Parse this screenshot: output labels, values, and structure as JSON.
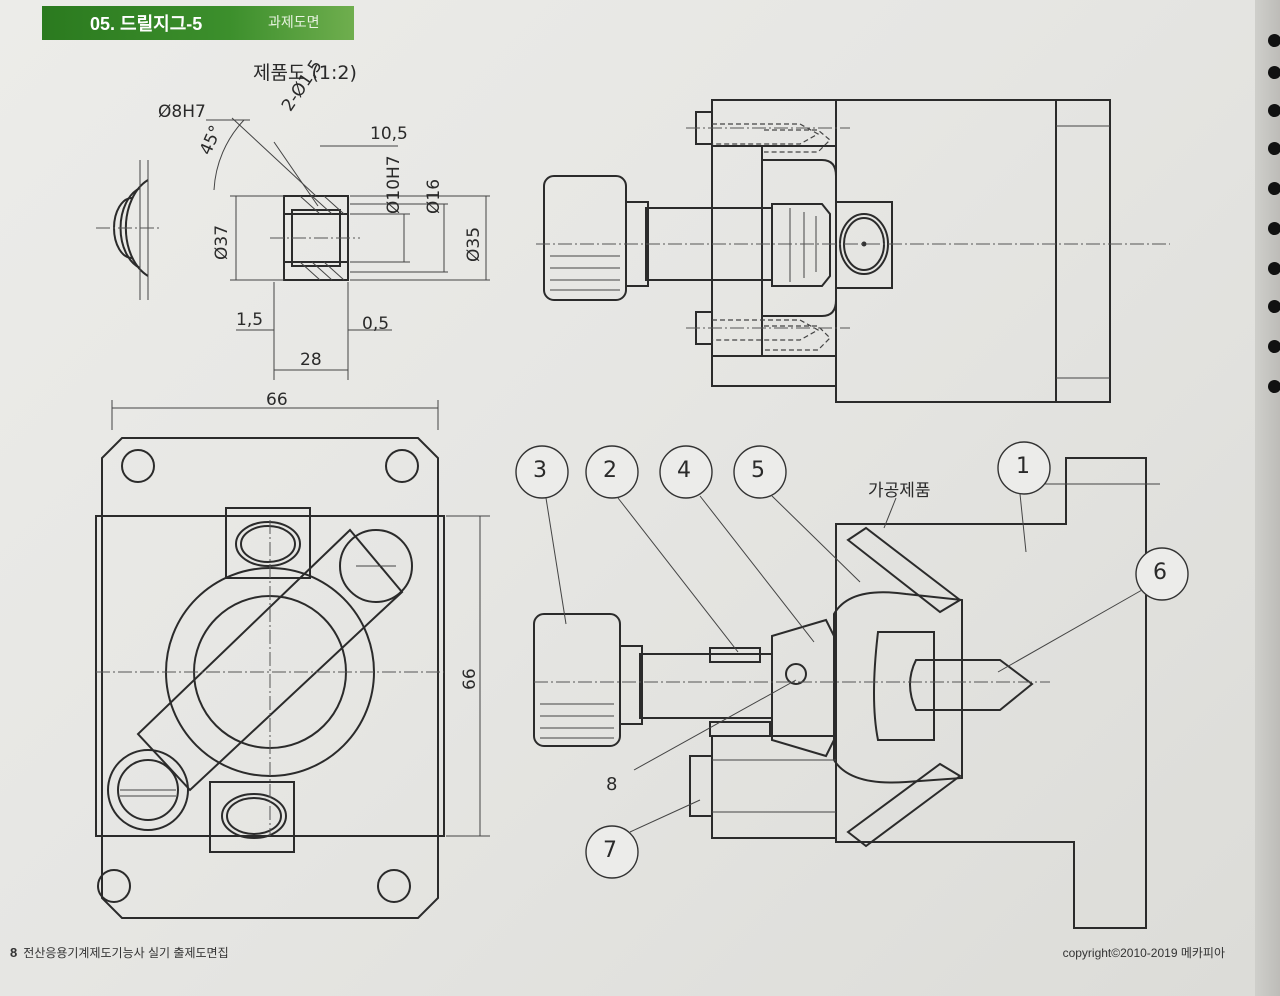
{
  "header": {
    "title": "05. 드릴지그-5",
    "subtitle": "과제도면"
  },
  "product_view": {
    "title": "제품도 (1:2)",
    "dims": {
      "bore": "Ø8H7",
      "holes": "2-Ø1,5",
      "angle": "45°",
      "d37": "Ø37",
      "len105": "10,5",
      "d10": "Ø10H7",
      "d16": "Ø16",
      "d35": "Ø35",
      "len15": "1,5",
      "len05": "0,5",
      "len28": "28"
    }
  },
  "plan_view": {
    "width": "66",
    "height": "66"
  },
  "section_view": {
    "workpiece_label": "가공제품",
    "balloons": [
      "3",
      "2",
      "4",
      "5",
      "1",
      "6",
      "8",
      "7"
    ]
  },
  "footer": {
    "left": "전산응용기계제도기능사 실기 출제도면집",
    "right": "copyright©2010-2019 메카피아",
    "page_number": "8"
  },
  "colors": {
    "header_green": "#2b7a1f",
    "line": "#2b2b2b"
  }
}
